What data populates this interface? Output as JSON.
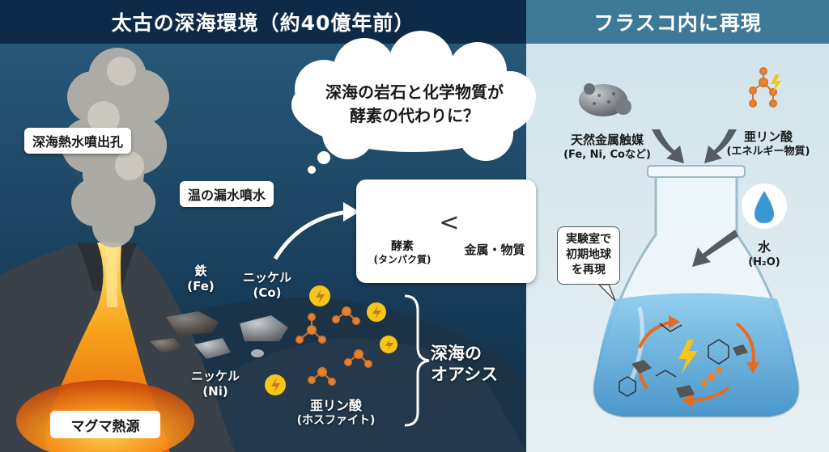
{
  "headers": {
    "left": "太古の深海環境（約40億年前）",
    "right": "フラスコ内に再現"
  },
  "left": {
    "vent_label": "深海熱水噴出孔",
    "hot_spring_label": "温の漏水噴水",
    "magma_label": "マグマ熱源",
    "iron": {
      "name": "鉄",
      "symbol": "(Fe)"
    },
    "nickel_co": {
      "name": "ニッケル",
      "symbol": "(Co)"
    },
    "nickel_ni": {
      "name": "ニッケル",
      "symbol": "(Ni)"
    },
    "phosphite": {
      "name": "亜リン酸",
      "sub": "(ホスファイト)"
    },
    "oasis": {
      "line1": "深海の",
      "line2": "オアシス"
    }
  },
  "thought": {
    "line1": "深海の岩石と化学物質が",
    "line2": "酵素の代わりに？"
  },
  "compare": {
    "enzyme": "酵素",
    "enzyme_sub": "(タンパク質)",
    "symbol": "<",
    "metal": "金属・物質"
  },
  "right": {
    "catalyst": {
      "name": "天然金属触媒",
      "sub": "(Fe, Ni, Coなど)"
    },
    "phosphorous_acid": {
      "name": "亜リン酸",
      "sub": "(エネルギー物質)"
    },
    "water": {
      "name": "水",
      "sub": "(H₂O)"
    },
    "lab_note": {
      "line1": "実験室で",
      "line2": "初期地球",
      "line3": "を再現"
    }
  },
  "colors": {
    "header_left": "#0d2b48",
    "header_right": "#3e7a98",
    "magma": "#f7a21b",
    "water": "#5aaad8",
    "bolt": "#f5c518"
  }
}
